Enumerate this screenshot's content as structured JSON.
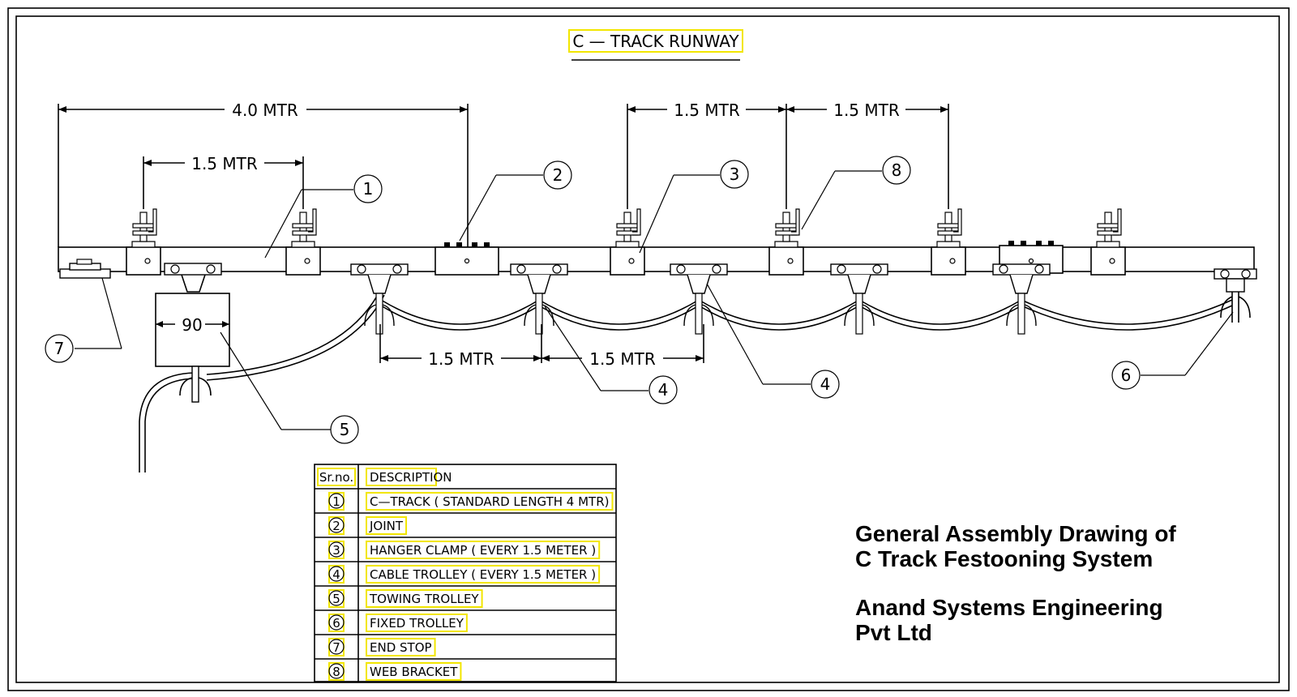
{
  "drawing": {
    "title": "C — TRACK RUNWAY",
    "dimensions": {
      "overall": "4.0 MTR",
      "clamp_left": "1.5 MTR",
      "clamp_mid": "1.5 MTR",
      "clamp_right": "1.5 MTR",
      "trolley_left": "1.5 MTR",
      "trolley_right": "1.5 MTR",
      "towing_width": "90"
    },
    "callouts": [
      "1",
      "2",
      "3",
      "8",
      "4",
      "4",
      "5",
      "6",
      "7"
    ]
  },
  "parts_table": {
    "headers": {
      "srno": "Sr.no.",
      "description": "DESCRIPTION"
    },
    "rows": [
      {
        "no": "1",
        "description": "C—TRACK ( STANDARD LENGTH 4 MTR)"
      },
      {
        "no": "2",
        "description": "JOINT"
      },
      {
        "no": "3",
        "description": "HANGER CLAMP ( EVERY 1.5 METER )"
      },
      {
        "no": "4",
        "description": "CABLE TROLLEY ( EVERY 1.5 METER )"
      },
      {
        "no": "5",
        "description": "TOWING TROLLEY"
      },
      {
        "no": "6",
        "description": "FIXED TROLLEY"
      },
      {
        "no": "7",
        "description": "END STOP"
      },
      {
        "no": "8",
        "description": "WEB BRACKET"
      }
    ]
  },
  "title_block": {
    "line1": "General Assembly Drawing of",
    "line2": "C Track Festooning System",
    "line3": "Anand Systems Engineering",
    "line4": "Pvt Ltd"
  }
}
